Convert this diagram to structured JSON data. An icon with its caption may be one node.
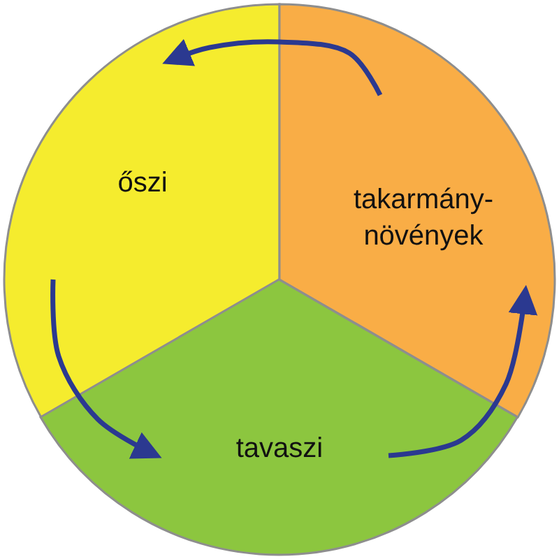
{
  "diagram": {
    "nodes": [
      {
        "text": [
          "őszi"
        ]
      },
      {
        "text": [
          "takarmány-növények"
        ]
      },
      {
        "text": [
          "tavaszi"
        ]
      }
    ],
    "edges": [
      {
        "from": 1,
        "to": 0,
        "arrow": "to"
      },
      {
        "from": 0,
        "to": 2,
        "arrow": "to"
      },
      {
        "from": 2,
        "to": 1,
        "arrow": "to"
      }
    ]
  }
}
